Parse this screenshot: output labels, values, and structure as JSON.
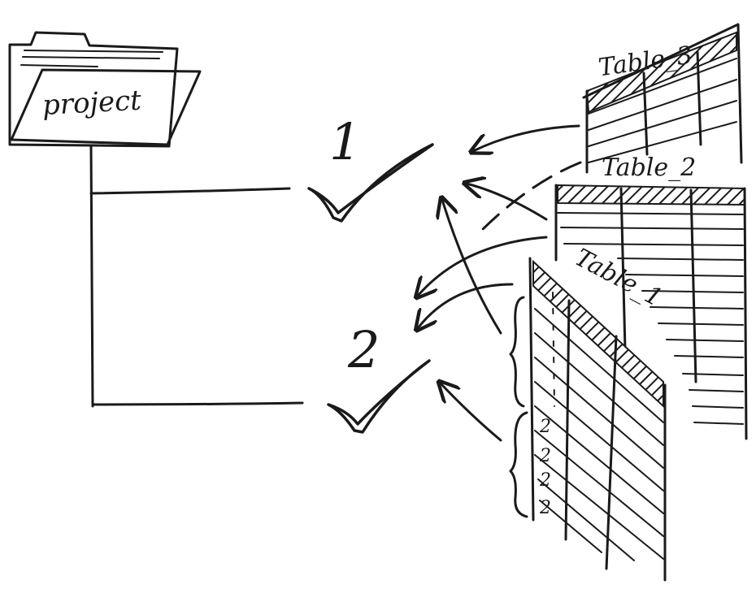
{
  "folder": {
    "label": "project"
  },
  "checks": [
    {
      "number": "1"
    },
    {
      "number": "2"
    }
  ],
  "tables": [
    {
      "title": "Table_3"
    },
    {
      "title": "Table_2"
    },
    {
      "title": "Table_1",
      "row_marks": [
        "2",
        "2",
        "2",
        "2"
      ]
    }
  ],
  "colors": {
    "ink": "#1a1a1a",
    "paper": "#ffffff"
  }
}
